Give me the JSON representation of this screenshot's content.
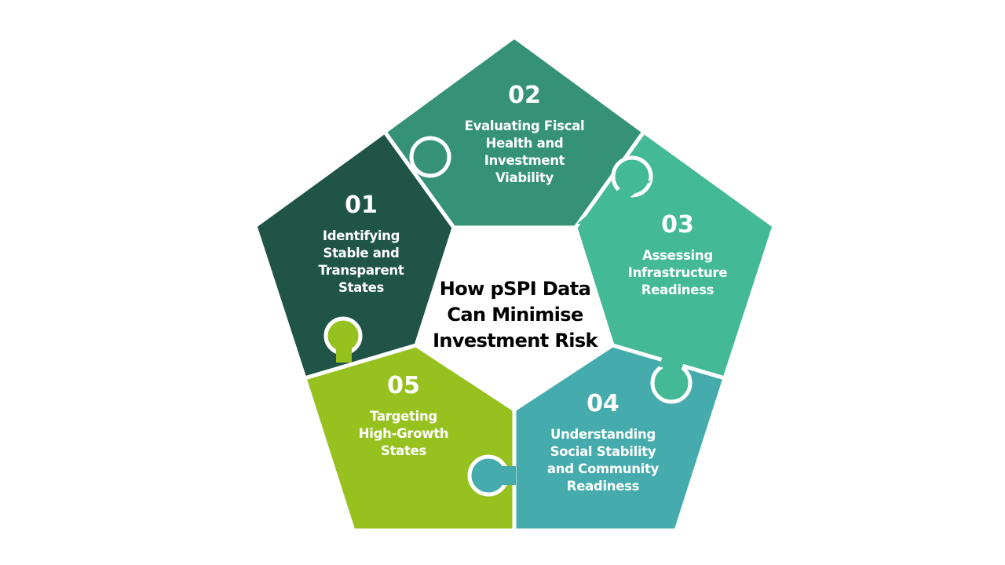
{
  "title": "How pSPI Data\nCan Minimise\nInvestment Risk",
  "segments": [
    {
      "number": "01",
      "text": "Identifying\nStable and\nTransparent\nStates",
      "color": "#1f5446"
    },
    {
      "number": "02",
      "text": "Evaluating Fiscal\nHealth and\nInvestment\nViability",
      "color": "#359277"
    },
    {
      "number": "03",
      "text": "Assessing\nInfrastructure\nReadiness",
      "color": "#43b995"
    },
    {
      "number": "04",
      "text": "Understanding\nSocial Stability\nand Community\nReadiness",
      "color": "#45abac"
    },
    {
      "number": "05",
      "text": "Targeting\nHigh-Growth\nStates",
      "color": "#97c11f"
    }
  ]
}
